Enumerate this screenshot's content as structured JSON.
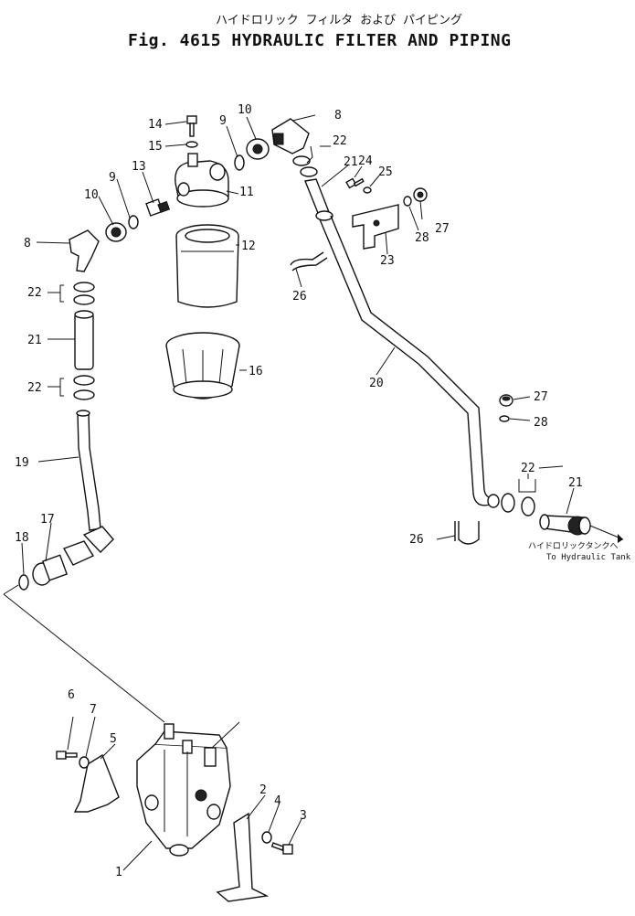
{
  "title": {
    "jp": "ハイドロリック フィルタ および パイピング",
    "en": "Fig. 4615 HYDRAULIC FILTER AND PIPING"
  },
  "callouts": {
    "c1": "1",
    "c2": "2",
    "c3": "3",
    "c4": "4",
    "c5": "5",
    "c6": "6",
    "c7": "7",
    "c8a": "8",
    "c8b": "8",
    "c9a": "9",
    "c9b": "9",
    "c10a": "10",
    "c10b": "10",
    "c11": "11",
    "c12": "12",
    "c13": "13",
    "c14": "14",
    "c15": "15",
    "c16": "16",
    "c17": "17",
    "c18": "18",
    "c19": "19",
    "c20": "20",
    "c21a": "21",
    "c21b": "21",
    "c21c": "21",
    "c22a": "22",
    "c22b": "22",
    "c22c": "22",
    "c22d": "22",
    "c23": "23",
    "c24": "24",
    "c25": "25",
    "c26a": "26",
    "c26b": "26",
    "c27a": "27",
    "c27b": "27",
    "c28a": "28",
    "c28b": "28"
  },
  "tank_note": {
    "jp": "ハイドロリックタンクへ",
    "en": "To Hydraulic Tank"
  }
}
